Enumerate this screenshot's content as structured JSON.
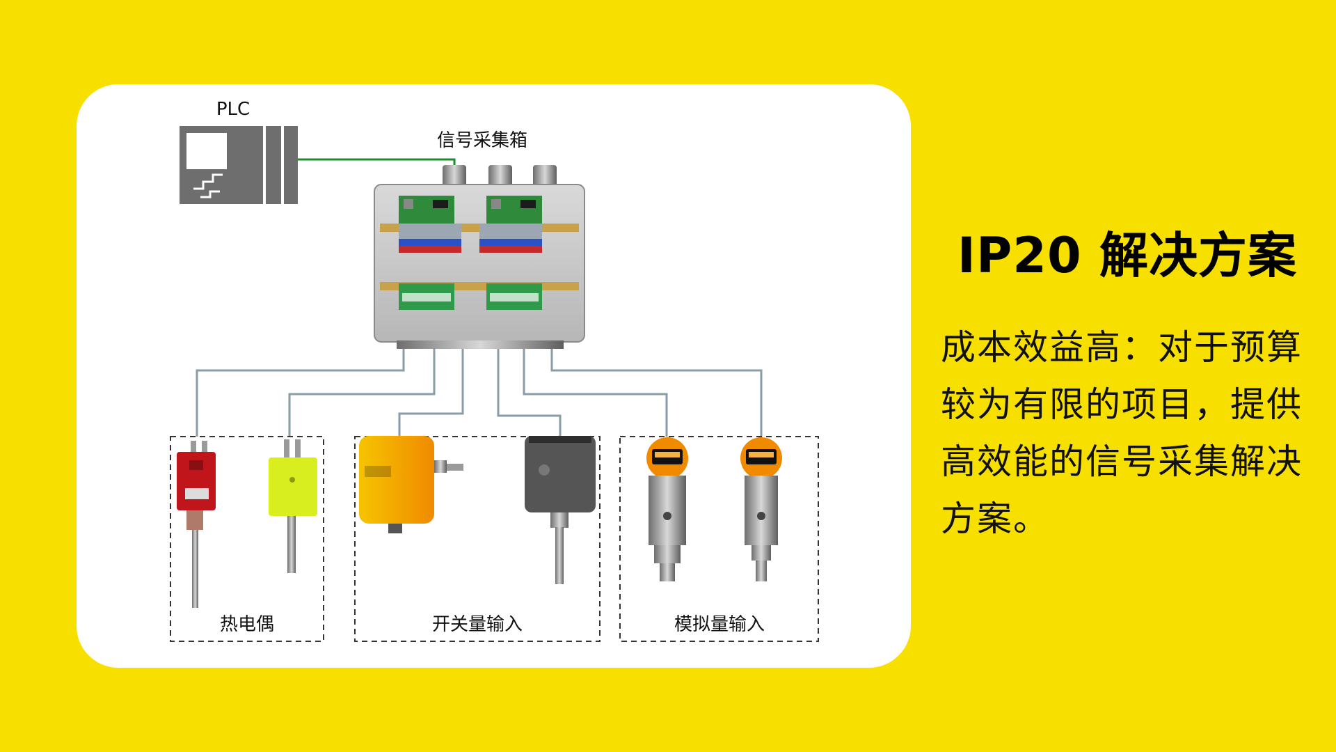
{
  "diagram": {
    "plc_label": "PLC",
    "box_label": "信号采集箱",
    "groups": [
      {
        "id": "thermocouple",
        "label": "热电偶"
      },
      {
        "id": "switch",
        "label": "开关量输入"
      },
      {
        "id": "analog",
        "label": "模拟量输入"
      }
    ]
  },
  "side_panel": {
    "title": "IP20 解决方案",
    "description": "成本效益高：对于预算较为有限的项目，提供高效能的信号采集解决方案。"
  },
  "colors": {
    "background": "#F7DF00",
    "card": "#FFFFFF",
    "plc_wire": "#1E8A2E",
    "sensor_wire": "#8A9CA6",
    "plc_gray": "#6E6E6E"
  }
}
